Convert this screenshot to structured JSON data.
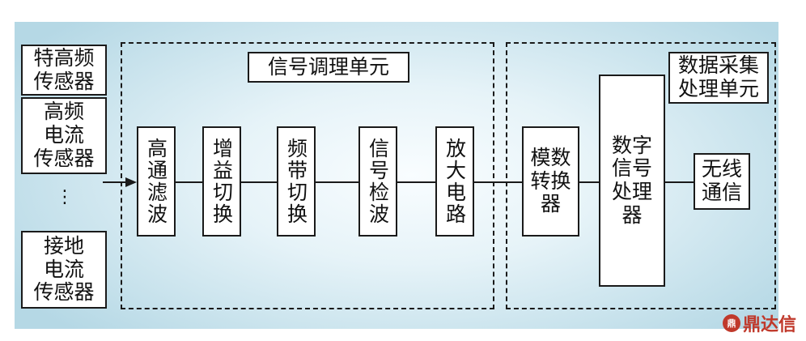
{
  "sensors": [
    "特高频\n传感器",
    "高频\n电流\n传感器",
    "接地\n电流\n传感器"
  ],
  "ellipsis": "⋮",
  "signal_unit": {
    "title": "信号调理单元",
    "blocks": [
      "高通滤波",
      "增益切换",
      "频带切换",
      "信号检波",
      "放大电路"
    ]
  },
  "daq_unit": {
    "title": "数据采集\n处理单元",
    "blocks": [
      "模数\n转换\n器",
      "数字\n信号\n处理\n器",
      "无线\n通信"
    ]
  },
  "logo": {
    "icon": "鼎",
    "text": "鼎达信",
    "color": "#c0392b"
  }
}
